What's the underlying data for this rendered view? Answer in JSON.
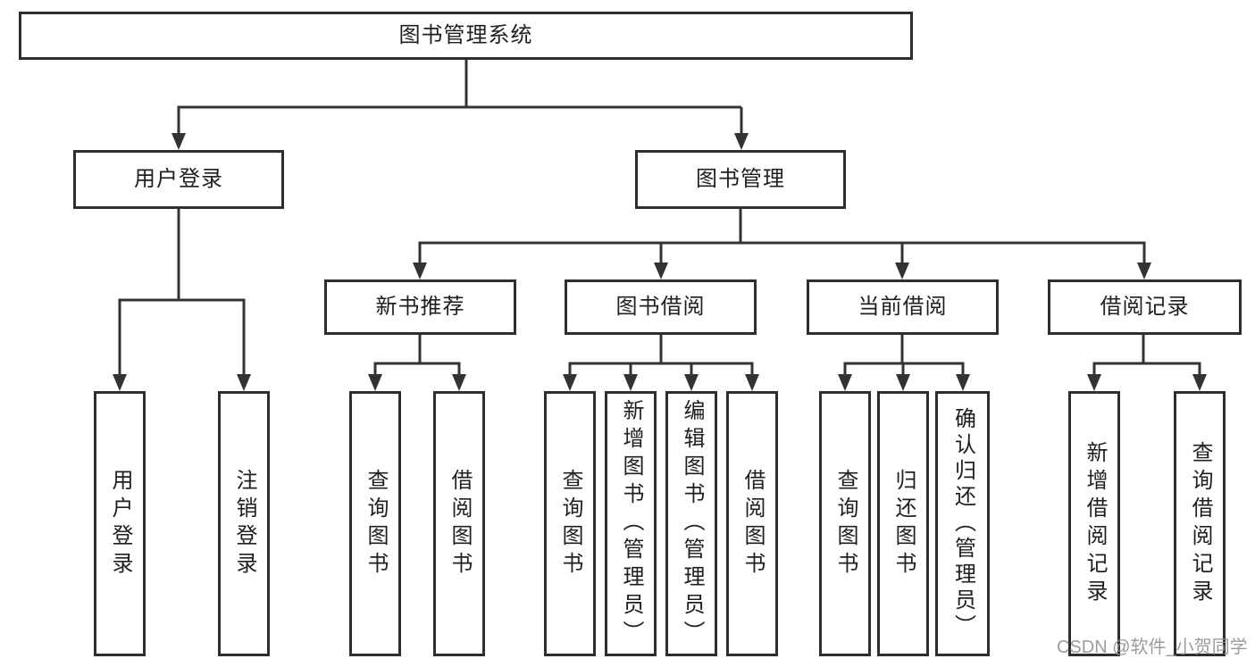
{
  "diagram": {
    "root": {
      "label": "图书管理系统"
    },
    "branches": [
      {
        "label": "用户登录",
        "children": [
          "用户登录",
          "注销登录"
        ]
      },
      {
        "label": "图书管理",
        "groups": [
          {
            "label": "新书推荐",
            "children": [
              "查询图书",
              "借阅图书"
            ]
          },
          {
            "label": "图书借阅",
            "children": [
              "查询图书",
              "新增图书（管理员）",
              "编辑图书（管理员）",
              "借阅图书"
            ]
          },
          {
            "label": "当前借阅",
            "children": [
              "查询图书",
              "归还图书",
              "确认归还（管理员）"
            ]
          },
          {
            "label": "借阅记录",
            "children": [
              "新增借阅记录",
              "查询借阅记录"
            ]
          }
        ]
      }
    ],
    "watermark": "CSDN @软件_小贺同学",
    "colors": {
      "line": "#333333",
      "box_border": "#2e2e2e",
      "text": "#1f1f1f",
      "watermark": "#949494",
      "background": "#ffffff"
    }
  }
}
